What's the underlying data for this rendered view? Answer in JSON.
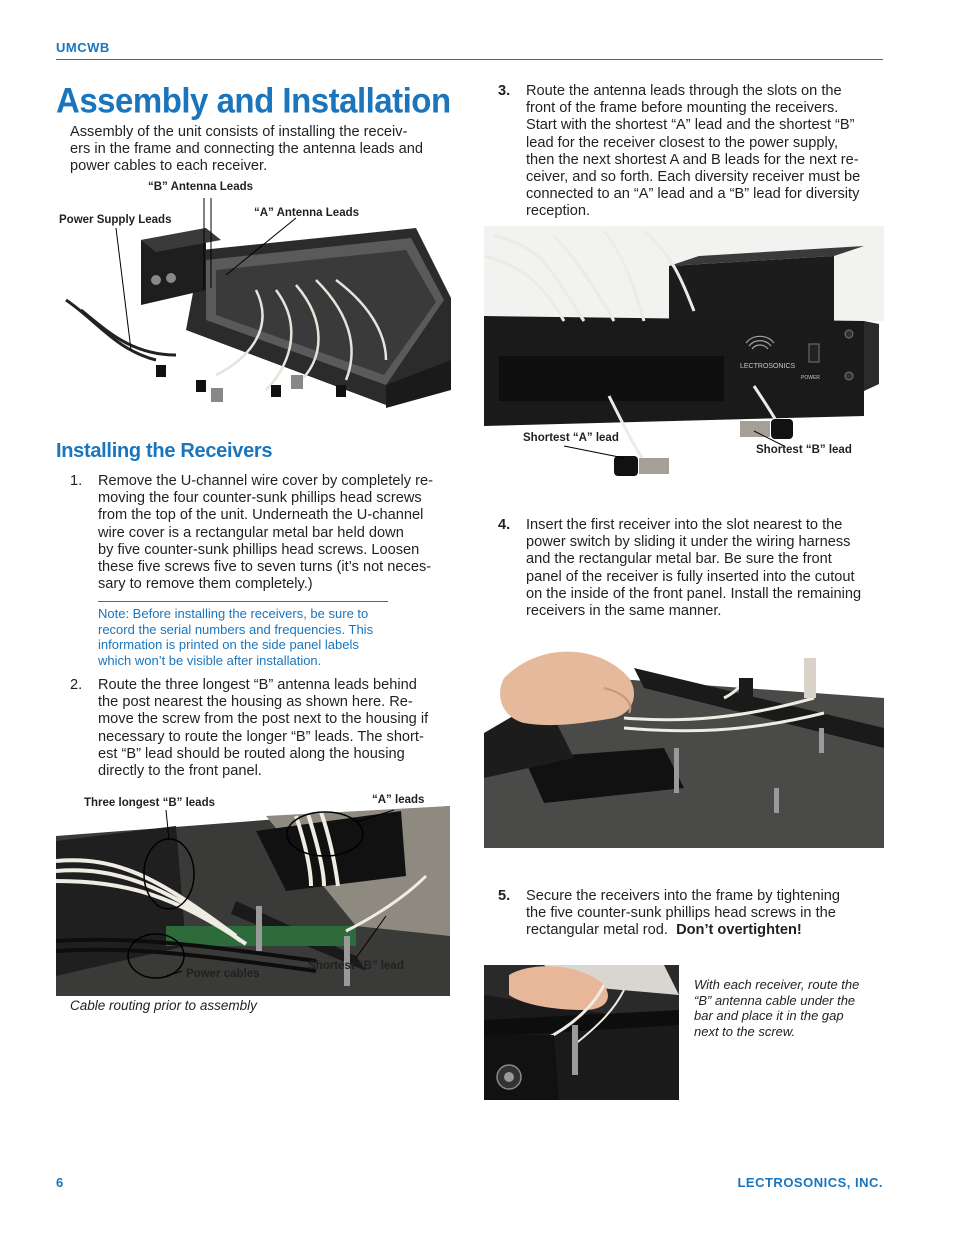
{
  "header": {
    "label": "UMCWB"
  },
  "title": "Assembly and Installation",
  "intro": "Assembly of the unit consists of installing the receiv- ers in the frame and connecting the antenna leads and power cables to each receiver.",
  "intro_lines": [
    "Assembly of the unit consists of installing the receiv-",
    "ers in the frame and connecting the antenna leads and",
    "power cables to each receiver."
  ],
  "figure1": {
    "callouts": {
      "b_leads": "“B” Antenna Leads",
      "a_leads": "“A” Antenna Leads",
      "power": "Power Supply Leads"
    }
  },
  "section_heading": "Installing the Receivers",
  "steps": [
    {
      "number": "1.",
      "lines": [
        "Remove the U-channel wire cover by completely re-",
        "moving the four counter-sunk phillips head screws",
        "from the top of the unit. Underneath the U-channel",
        "wire cover is a rectangular metal bar held down",
        "by five counter-sunk phillips head screws. Loosen",
        "these five screws five to seven turns (it’s not neces-",
        "sary to remove them completely.)"
      ]
    },
    {
      "number": "2.",
      "lines": [
        "Route the three longest “B” antenna leads behind",
        "the post nearest the housing as shown here. Re-",
        "move the screw from the post next to the housing if",
        "necessary to route the longer “B” leads. The short-",
        "est “B” lead should be routed along the housing",
        "directly to the front panel."
      ]
    },
    {
      "number": "3.",
      "lines": [
        "Route the antenna leads through the slots on the",
        "front of the frame before mounting the receivers.",
        "Start with the shortest “A” lead and the shortest “B”",
        "lead for the receiver closest to the power supply,",
        "then the next shortest A and B leads for the next re-",
        "ceiver, and so forth. Each diversity receiver must be",
        "connected to an “A” lead and a “B” lead for diversity",
        "reception."
      ]
    },
    {
      "number": "4.",
      "lines": [
        "Insert the first receiver into the slot nearest to the",
        "power switch by sliding it under the wiring harness",
        "and the rectangular metal bar.  Be sure the front",
        "panel of the receiver is fully inserted into the cutout",
        "on the inside of the front panel. Install the remaining",
        "receivers in the same manner."
      ]
    },
    {
      "number": "5.",
      "lines": [
        "Secure the receivers into the frame by tightening",
        "the five counter-sunk phillips head screws in the",
        "rectangular metal rod."
      ],
      "emphasis": "Don’t overtighten!"
    }
  ],
  "note_lines": [
    "Note: Before installing the receivers, be sure to",
    "record the serial numbers and frequencies.  This",
    "information is printed on the side panel labels",
    "which won’t be visible after installation."
  ],
  "figure2": {
    "callouts": {
      "three_b": "Three longest “B” leads",
      "a_leads": "“A” leads",
      "power": "Power cables",
      "shortest_b": "Shortest “B” lead"
    },
    "caption": "Cable routing prior to assembly"
  },
  "figure3": {
    "callouts": {
      "shortest_a": "Shortest “A” lead",
      "shortest_b": "Shortest “B” lead"
    },
    "brand": "LECTROSONICS",
    "power": "POWER"
  },
  "figure5": {
    "caption_lines": [
      "With each receiver, route the",
      "“B” antenna cable under the",
      "bar and place it in the gap",
      "next to the screw."
    ]
  },
  "footer": {
    "page": "6",
    "company": "LECTROSONICS, INC."
  },
  "colors": {
    "accent": "#1b75bc",
    "text": "#231f20"
  }
}
